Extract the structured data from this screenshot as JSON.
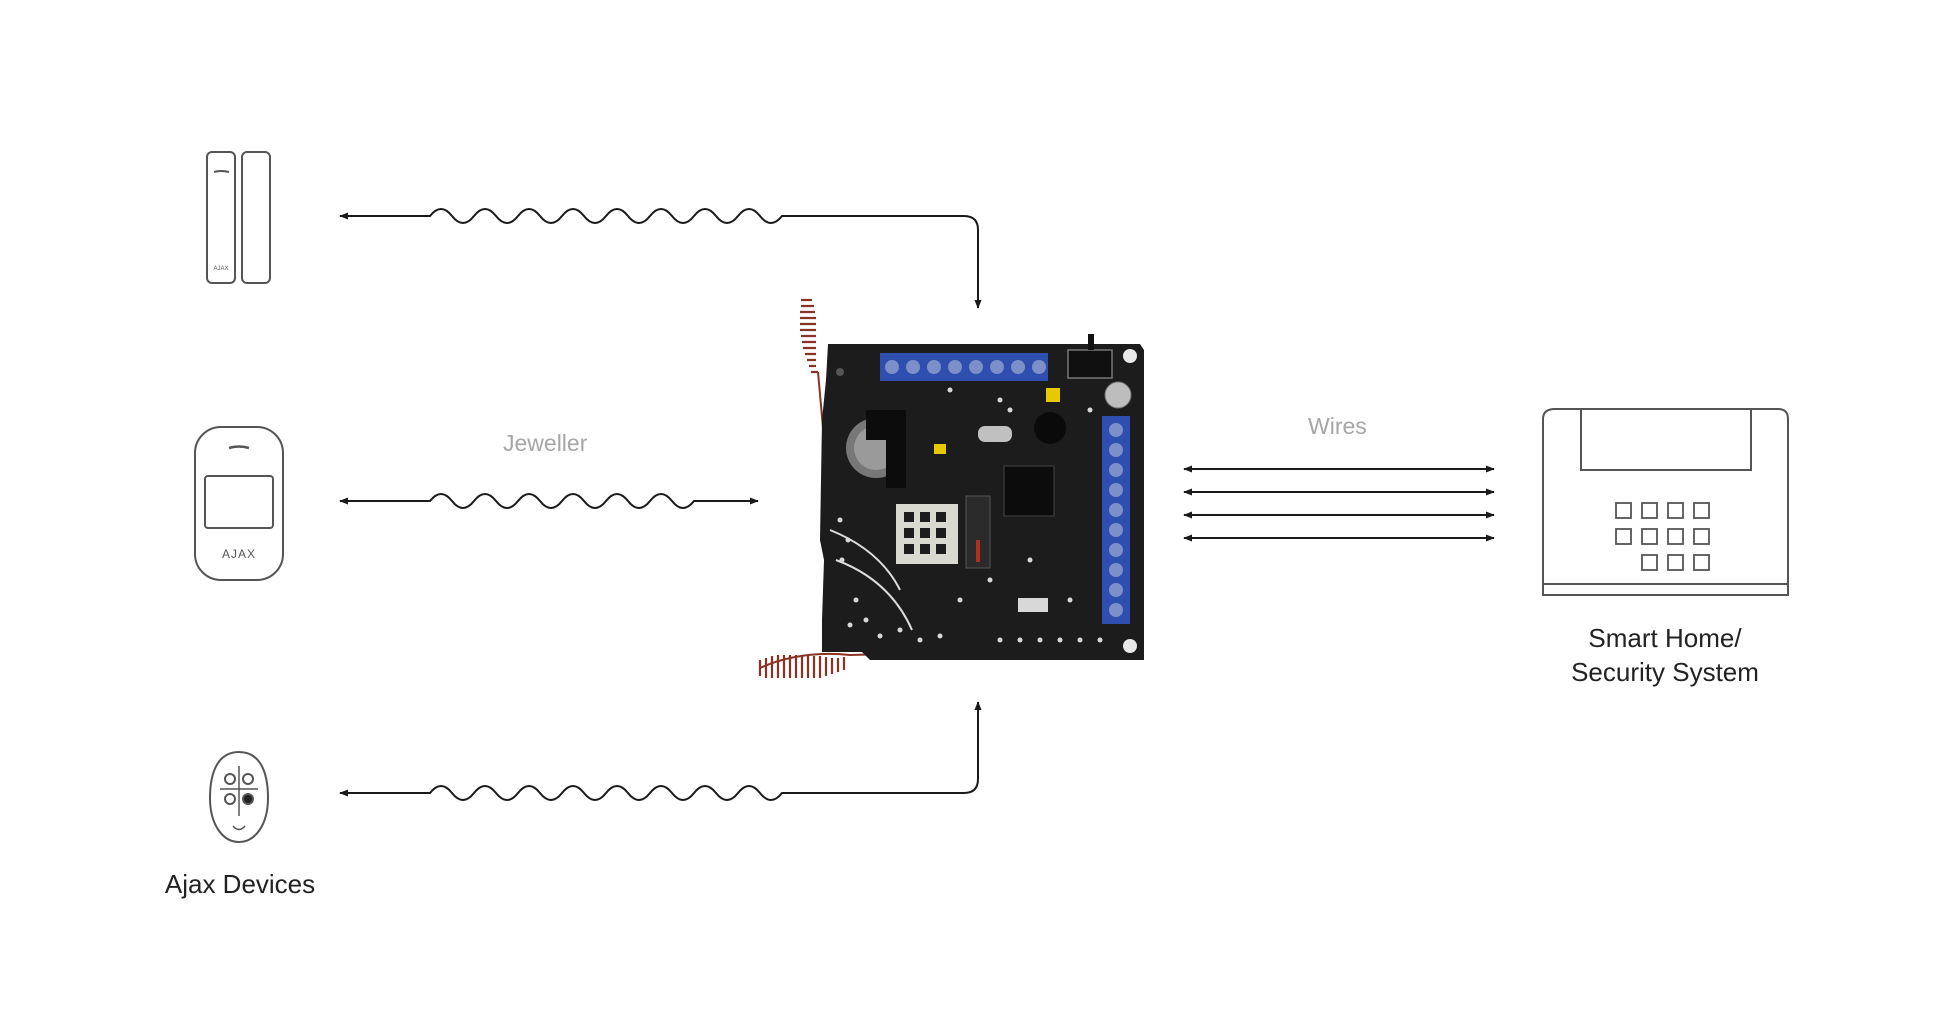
{
  "labels": {
    "jeweller": "Jeweller",
    "wires": "Wires",
    "smart_home_line1": "Smart Home/",
    "smart_home_line2": "Security System",
    "ajax_devices": "Ajax Devices"
  },
  "device_branding": {
    "door_sensor": "AJAX",
    "motion_sensor": "AJAX"
  },
  "colors": {
    "line": "#1a1a1a",
    "device_outline": "#555555",
    "label_gray": "#a6a6a6",
    "pcb": "#1c1c1c",
    "terminal_blue": "#2f4fb0",
    "antenna": "#8a3324"
  },
  "icons": {
    "door_sensor": "door-contact-sensor-icon",
    "motion_sensor": "motion-detector-icon",
    "keyfob": "keyfob-icon",
    "module": "ocbridge-module-board",
    "keypad": "security-panel-keypad-icon"
  }
}
